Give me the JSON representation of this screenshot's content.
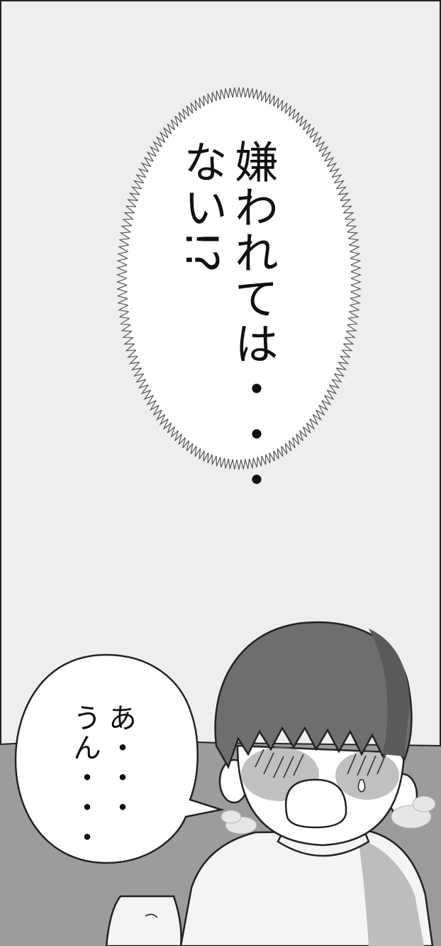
{
  "panel": {
    "thought_bubble": {
      "lines": [
        "嫌われては・・・",
        "ない!?"
      ]
    },
    "speech_bubble": {
      "lines": [
        "あ・・・",
        "うん・・・"
      ]
    },
    "character": {
      "role": "boy-blushing-with-steam"
    }
  }
}
